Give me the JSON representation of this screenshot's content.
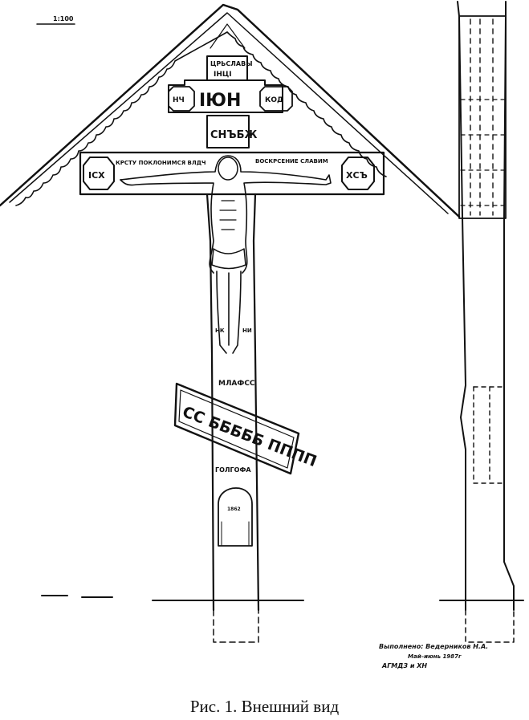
{
  "scale_mark": "1:100",
  "inscriptions": {
    "top_plaque": "ЦРЬСЛАВЫ",
    "name_letters": "ІНЦІ",
    "left_roundel": "НЧ",
    "center": "ІЮН",
    "right_roundel": "КОД",
    "son_of_god": "СНЪБЖ",
    "crossbar_left": "КРСТУ ПОКЛОНИМСЯ ВЛДЧ",
    "crossbar_right": "ВОСКРСЕНИЕ СЛАВИМ",
    "left_tondo": "ІСХ",
    "right_tondo": "ХСЪ",
    "knees_left": "НК",
    "knees_right": "НИ",
    "lower_text": "МЛАФСС",
    "footrest_text": "СС БББББ ПППП",
    "below_footrest": "ГОЛГОФА",
    "niche_text": "1862"
  },
  "author_note": {
    "line1": "Выполнено: Ведерников Н.А.",
    "line2": "Май–июнь 1987г",
    "line3": "АГМДЗ и ХН"
  },
  "caption": "Рис. 1. Внешний вид"
}
